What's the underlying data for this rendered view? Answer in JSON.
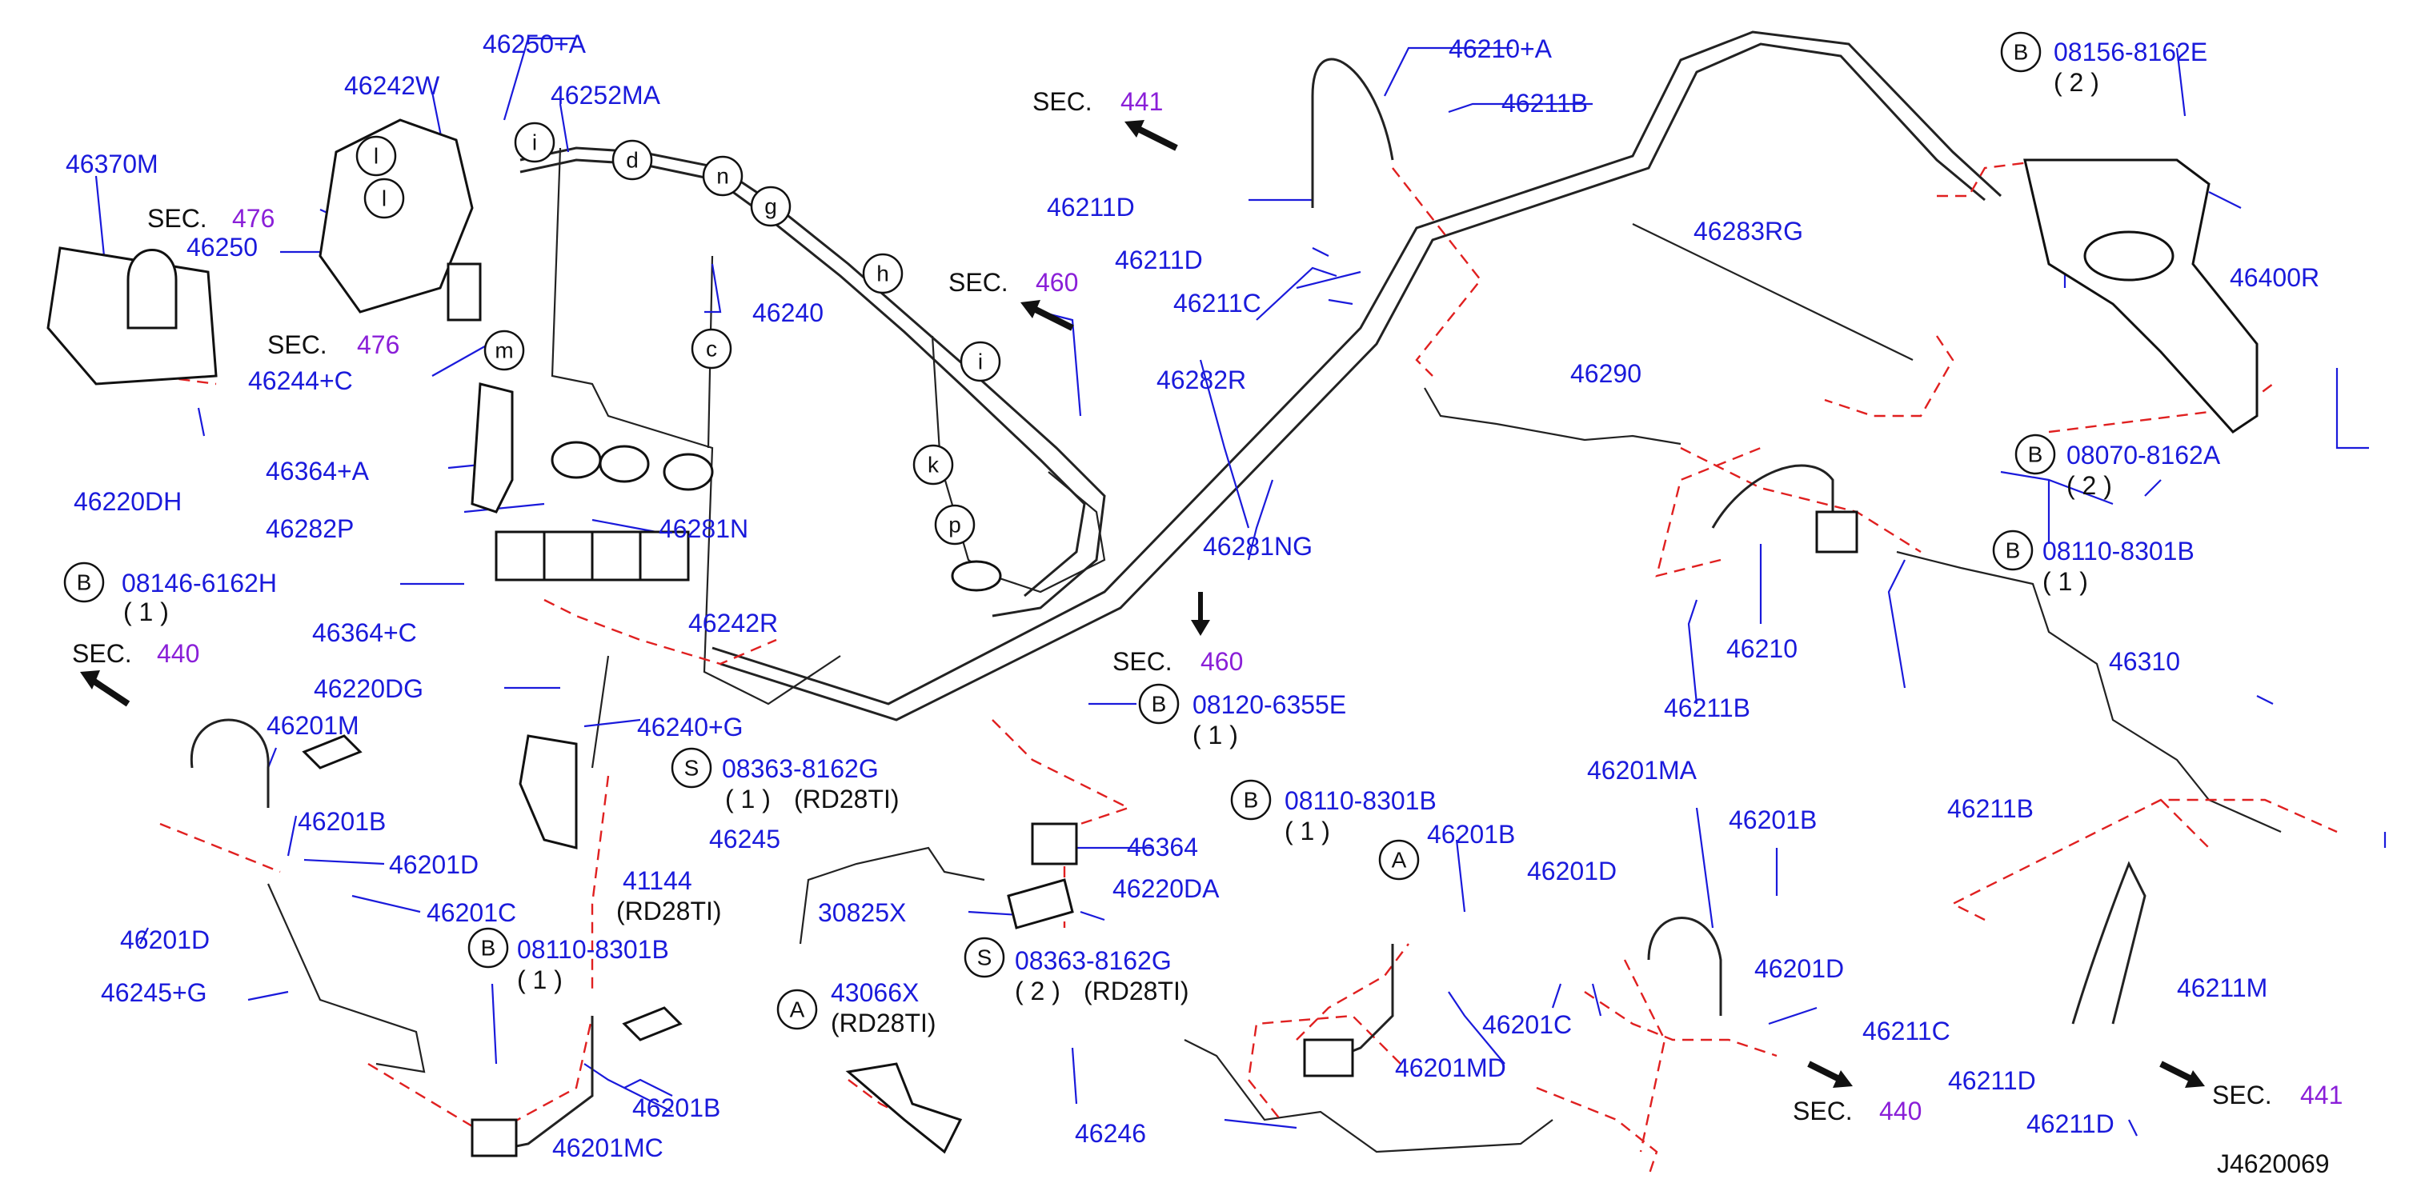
{
  "labels": {
    "l_46250A": "46250+A",
    "l_46242W": "46242W",
    "l_46252MA": "46252MA",
    "l_46370M": "46370M",
    "l_46250": "46250",
    "l_46240": "46240",
    "l_46244C": "46244+C",
    "l_46220DH": "46220DH",
    "l_46364A": "46364+A",
    "l_46282P": "46282P",
    "l_46281N": "46281N",
    "l_08146": "08146-6162H",
    "l_46364C": "46364+C",
    "l_462425": "46242R",
    "l_46220DG": "46220DG",
    "l_46201M": "46201M",
    "l_46240G": "46240+G",
    "l_08363a": "08363-8162G",
    "l_46201B_1": "46201B",
    "l_46245": "46245",
    "l_46201D_1": "46201D",
    "l_46201C_1": "46201C",
    "l_41144": "41144",
    "l_46201D_2": "46201D",
    "l_46245G": "46245+G",
    "l_08110a": "08110-8301B",
    "l_46201B_2": "46201B",
    "l_46201MC": "46201MC",
    "l_46210A": "46210+A",
    "l_46211B_1": "46211B",
    "l_46211D_1": "46211D",
    "l_46211D_2": "46211D",
    "l_46211C_1": "46211C",
    "l_46282R": "46282R",
    "l_46281NG": "46281NG",
    "l_08120": "08120-6355E",
    "l_46364": "46364",
    "l_30825X": "30825X",
    "l_46220DA": "46220DA",
    "l_08363b": "08363-8162G",
    "l_43066X": "43066X",
    "l_46246": "46246",
    "l_08110b": "08110-8301B",
    "l_46201B_3": "46201B",
    "l_46201MD": "46201MD",
    "l_46201MA": "46201MA",
    "l_46201B_4": "46201B",
    "l_46201D_3": "46201D",
    "l_46201C_2": "46201C",
    "l_46201D_4": "46201D",
    "l_08156": "08156-8162E",
    "l_46400R": "46400R",
    "l_46283RG": "46283RG",
    "l_46290": "46290",
    "l_08070": "08070-8162A",
    "l_08110c": "08110-8301B",
    "l_46210": "46210",
    "l_46211B_2": "46211B",
    "l_46310": "46310",
    "l_46211B_3": "46211B",
    "l_46211M": "46211M",
    "l_46211C_2": "46211C",
    "l_46211D_3": "46211D",
    "l_46211D_4": "46211D"
  },
  "qty": {
    "q1": "( 1 )",
    "q2": "( 1 )",
    "q3": "( 1 )",
    "q4": "( 2 )",
    "q5": "( 1 )",
    "q6": "( 1 )",
    "q7": "( 2 )",
    "q8": "( 1 )",
    "q9": "( 2 )"
  },
  "notes": {
    "rd1": "(RD28TI)",
    "rd2": "(RD28TI)",
    "rd3": "(RD28TI)",
    "rd4": "(RD28TI)"
  },
  "sections": {
    "sec_476a": "SEC.",
    "sec_476a_n": "476",
    "sec_476b": "SEC.",
    "sec_476b_n": "476",
    "sec_440a": "SEC.",
    "sec_440a_n": "440",
    "sec_441a": "SEC.",
    "sec_441a_n": "441",
    "sec_460a": "SEC.",
    "sec_460a_n": "460",
    "sec_460b": "SEC.",
    "sec_460b_n": "460",
    "sec_440b": "SEC.",
    "sec_440b_n": "440",
    "sec_441b": "SEC.",
    "sec_441b_n": "441"
  },
  "callouts": {
    "c_i1": "i",
    "c_l1": "l",
    "c_l2": "l",
    "c_d": "d",
    "c_n": "n",
    "c_g": "g",
    "c_h": "h",
    "c_i2": "i",
    "c_c": "c",
    "c_m": "m",
    "c_k": "k",
    "c_p": "p",
    "b1": "B",
    "b2": "B",
    "b3": "B",
    "b4": "B",
    "b5": "B",
    "b6": "B",
    "s1": "S",
    "s2": "S",
    "a1": "A",
    "a2": "A"
  },
  "diagram_id": "J4620069",
  "colors": {
    "part_number": "#1a1adb",
    "section_number": "#8a1fd8",
    "dashed_line": "#e02020"
  }
}
